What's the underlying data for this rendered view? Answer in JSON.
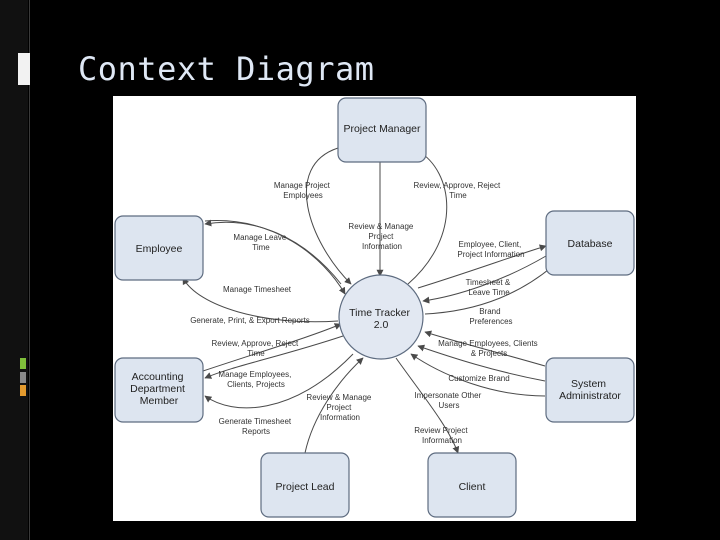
{
  "slide": {
    "title": "Context Diagram"
  },
  "diagram": {
    "center": {
      "line1": "Time Tracker",
      "line2": "2.0"
    },
    "entities": {
      "project_manager": [
        "Project Manager"
      ],
      "employee": [
        "Employee"
      ],
      "database": [
        "Database"
      ],
      "accounting": [
        "Accounting",
        "Department",
        "Member"
      ],
      "system_admin": [
        "System",
        "Administrator"
      ],
      "project_lead": [
        "Project Lead"
      ],
      "client": [
        "Client"
      ]
    },
    "flows": {
      "manage_project_employees": [
        "Manage Project",
        "Employees"
      ],
      "review_approve_reject_time_pm": [
        "Review, Approve, Reject",
        "Time"
      ],
      "review_manage_project_info_pm": [
        "Review & Manage",
        "Project",
        "Information"
      ],
      "manage_leave_time": [
        "Manage Leave",
        "Time"
      ],
      "employee_client_project_info": [
        "Employee, Client,",
        "Project Information"
      ],
      "manage_timesheet": [
        "Manage Timesheet"
      ],
      "timesheet_leave_time": [
        "Timesheet &",
        "Leave Time"
      ],
      "generate_print_export": [
        "Generate, Print, & Export Reports"
      ],
      "brand_preferences": [
        "Brand",
        "Preferences"
      ],
      "review_approve_reject_time_acct": [
        "Review, Approve, Reject",
        "Time"
      ],
      "manage_employees_clients_projects_sa": [
        "Manage Employees, Clients",
        "& Projects"
      ],
      "manage_employees_clients_projects_acct": [
        "Manage Employees,",
        "Clients, Projects"
      ],
      "customize_brand": [
        "Customize Brand"
      ],
      "review_manage_project_info_pl": [
        "Review & Manage",
        "Project",
        "Information"
      ],
      "impersonate_other_users": [
        "Impersonate Other",
        "Users"
      ],
      "generate_timesheet_reports": [
        "Generate Timesheet",
        "Reports"
      ],
      "review_project_info_client": [
        "Review Project",
        "Information"
      ]
    }
  },
  "colors": {
    "background": "#000000",
    "title_text": "#dfe8f5",
    "box_fill": "#dde5f0",
    "box_stroke": "#5e6c80",
    "circle_fill": "#e2e8f2",
    "arrow": "#4a4a4a",
    "accent_orange": "#e39a2e",
    "accent_green": "#7fbf3a",
    "accent_gray": "#8a8a8a"
  }
}
